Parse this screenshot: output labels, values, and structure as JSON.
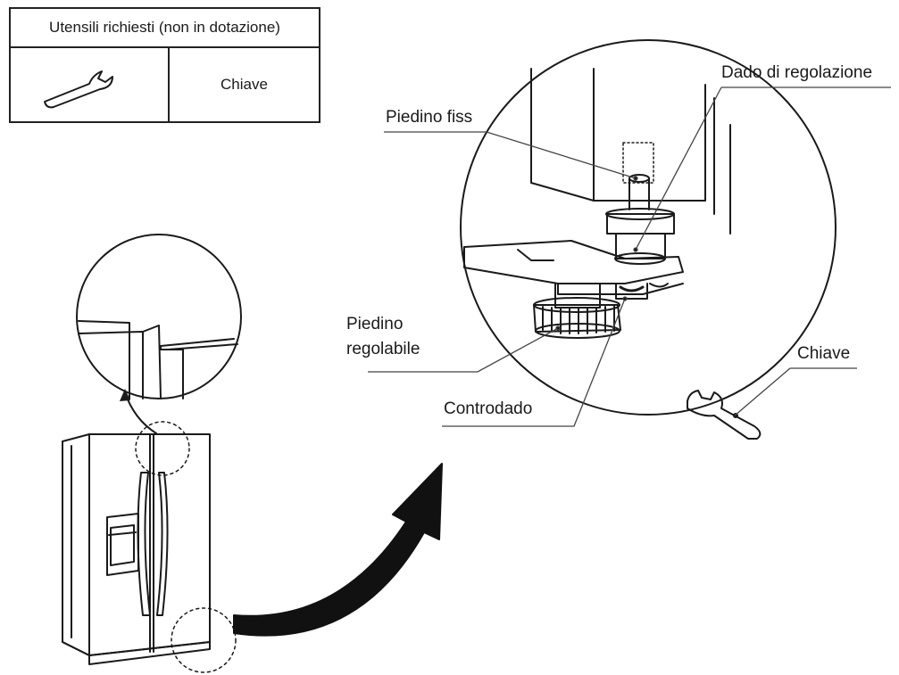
{
  "tools_table": {
    "header": "Utensili richiesti (non in dotazione)",
    "tool_name": "Chiave",
    "tool_icon": "wrench-icon"
  },
  "labels": {
    "dado_regolazione": "Dado di regolazione",
    "piedino_fiss": "Piedino fiss",
    "piedino_regolabile_line1": "Piedino",
    "piedino_regolabile_line2": "regolabile",
    "controdado": "Controdado",
    "chiave": "Chiave"
  },
  "icons": [
    "wrench-icon",
    "refrigerator-icon",
    "curved-arrow-icon",
    "magnifier-circle-icon",
    "leveling-foot-icon"
  ],
  "colors": {
    "line": "#1a1a1a",
    "background": "#ffffff"
  }
}
